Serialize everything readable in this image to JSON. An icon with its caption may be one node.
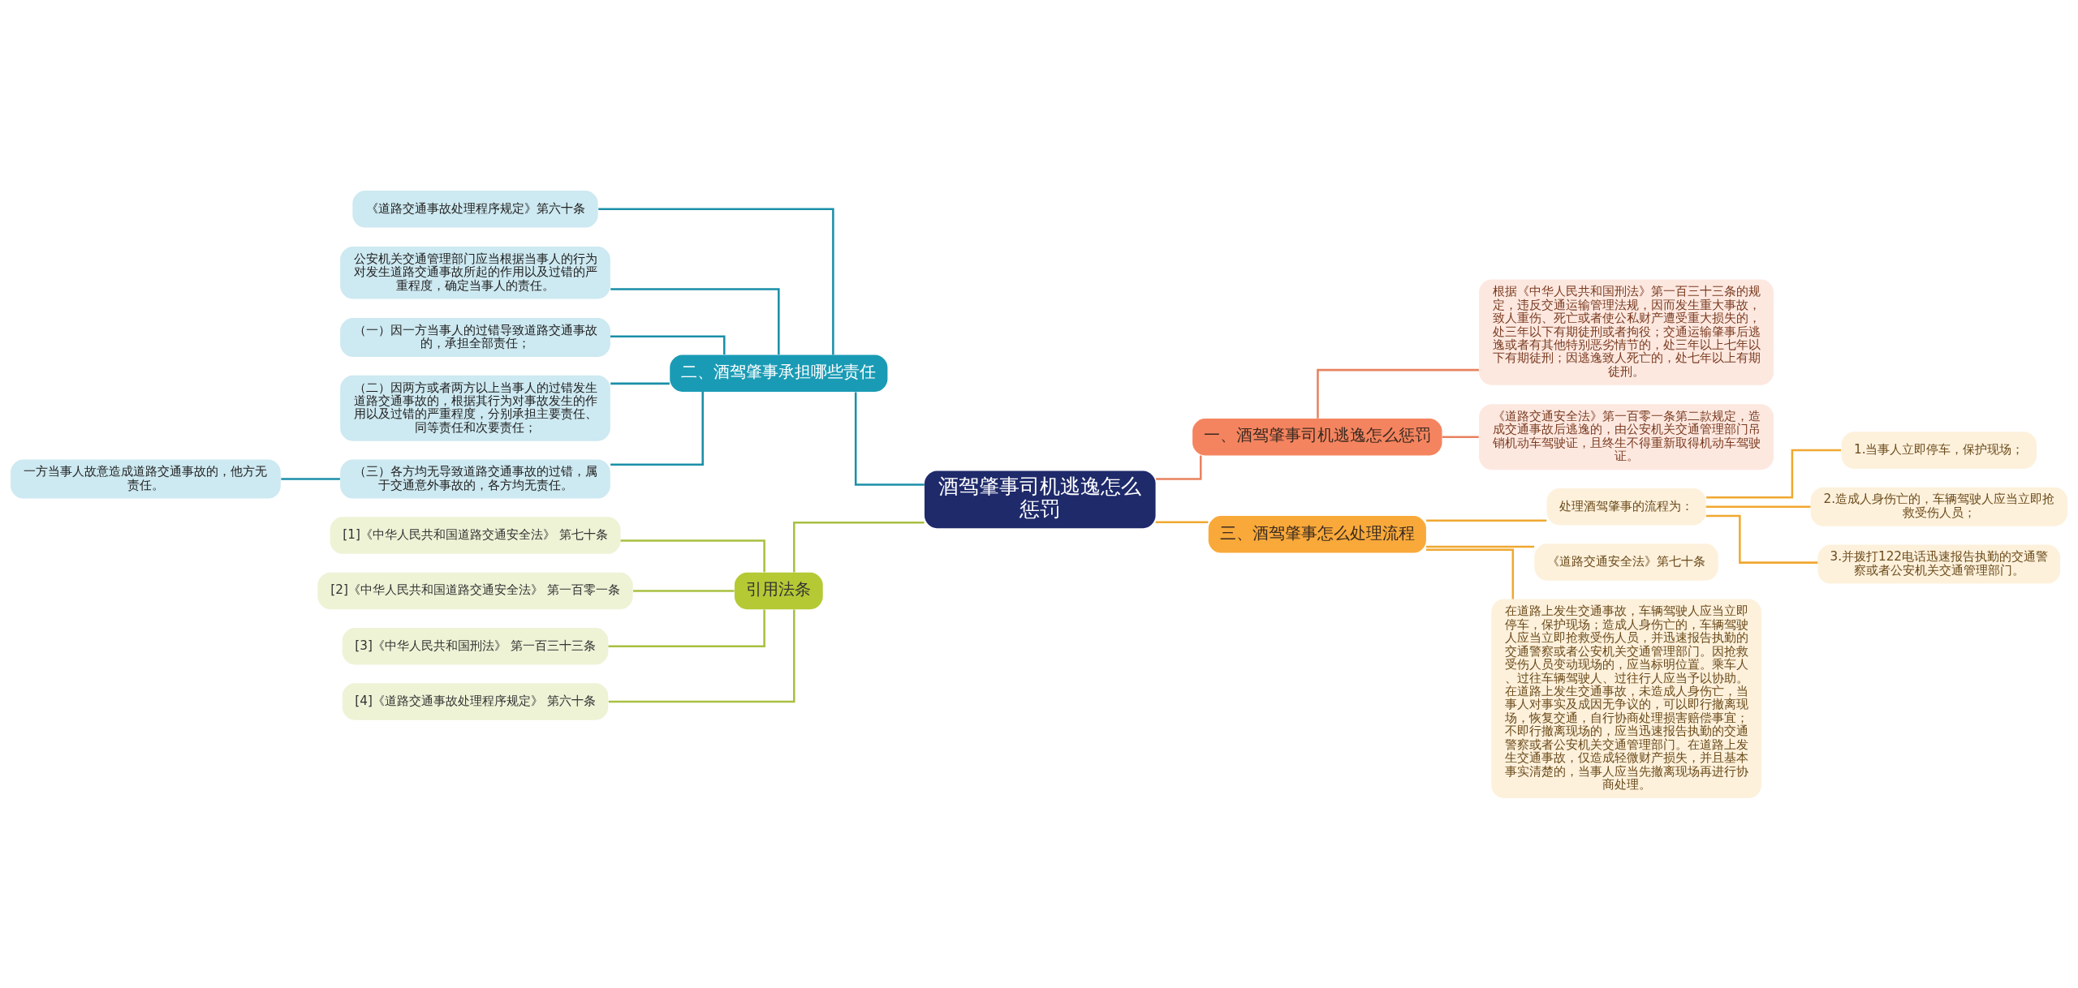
{
  "diagram": {
    "nodes": [
      {
        "text": [
          "酒驾肇事司机逃逸怎么惩罚"
        ]
      },
      {
        "text": [
          "一、酒驾肇事司机逃逸怎么惩罚"
        ]
      },
      {
        "text": [
          "根据《中华人民共和国刑法》第一百三十三条的规定，违反交通运输管理法规，因而发生重大事故，致人重伤、死亡或者使公私财产遭受重大损失的，处三年以下有期徒刑或者拘役；交通运输肇事后逃逸或者有其他特别恶劣情节的，处三年以上七年以下有期徒刑；因逃逸致人死亡的，处七年以上有期徒刑。"
        ]
      },
      {
        "text": [
          "《道路交通安全法》第一百零一条第二款规定，造成交通事故后逃逸的，由公安机关交通管理部门吊销机动车驾驶证，且终生不得重新取得机动车驾驶证。"
        ]
      },
      {
        "text": [
          "三、酒驾肇事怎么处理流程"
        ]
      },
      {
        "text": [
          "处理酒驾肇事的流程为："
        ]
      },
      {
        "text": [
          "1.当事人立即停车，保护现场；"
        ]
      },
      {
        "text": [
          "2.造成人身伤亡的，车辆驾驶人应当立即抢救受伤人员；"
        ]
      },
      {
        "text": [
          "3.并拨打122电话迅速报告执勤的交通警察或者公安机关交通管理部门。"
        ]
      },
      {
        "text": [
          "《道路交通安全法》第七十条"
        ]
      },
      {
        "text": [
          "在道路上发生交通事故，车辆驾驶人应当立即停车，保护现场；造成人身伤亡的，车辆驾驶人应当立即抢救受伤人员，并迅速报告执勤的交通警察或者公安机关交通管理部门。因抢救受伤人员变动现场的，应当标明位置。乘车人、过往车辆驾驶人、过往行人应当予以协助。在道路上发生交通事故，未造成人身伤亡，当事人对事实及成因无争议的，可以即行撤离现场，恢复交通，自行协商处理损害赔偿事宜；不即行撤离现场的，应当迅速报告执勤的交通警察或者公安机关交通管理部门。在道路上发生交通事故，仅造成轻微财产损失，并且基本事实清楚的，当事人应当先撤离现场再进行协商处理。"
        ]
      },
      {
        "text": [
          "二、酒驾肇事承担哪些责任"
        ]
      },
      {
        "text": [
          "《道路交通事故处理程序规定》第六十条"
        ]
      },
      {
        "text": [
          "公安机关交通管理部门应当根据当事人的行为对发生道路交通事故所起的作用以及过错的严重程度，确定当事人的责任。"
        ]
      },
      {
        "text": [
          "（一）因一方当事人的过错导致道路交通事故的，承担全部责任；"
        ]
      },
      {
        "text": [
          "（二）因两方或者两方以上当事人的过错发生道路交通事故的，根据其行为对事故发生的作用以及过错的严重程度，分别承担主要责任、同等责任和次要责任；"
        ]
      },
      {
        "text": [
          "（三）各方均无导致道路交通事故的过错，属于交通意外事故的，各方均无责任。"
        ]
      },
      {
        "text": [
          "一方当事人故意造成道路交通事故的，他方无责任。"
        ]
      },
      {
        "text": [
          "引用法条"
        ]
      },
      {
        "text": [
          "[1]《中华人民共和国道路交通安全法》 第七十条"
        ]
      },
      {
        "text": [
          "[2]《中华人民共和国道路交通安全法》 第一百零一条"
        ]
      },
      {
        "text": [
          "[3]《中华人民共和国刑法》 第一百三十三条"
        ]
      },
      {
        "text": [
          "[4]《道路交通事故处理程序规定》 第六十条"
        ]
      }
    ],
    "edges": [
      {
        "from": 0,
        "to": 1,
        "arrow": "none",
        "color": "#e8825f"
      },
      {
        "from": 1,
        "to": 2,
        "arrow": "none",
        "color": "#e8825f"
      },
      {
        "from": 1,
        "to": 3,
        "arrow": "none",
        "color": "#e8825f"
      },
      {
        "from": 0,
        "to": 4,
        "arrow": "none",
        "color": "#f0a830"
      },
      {
        "from": 4,
        "to": 5,
        "arrow": "none",
        "color": "#f0a830"
      },
      {
        "from": 5,
        "to": 6,
        "arrow": "none",
        "color": "#f0a830"
      },
      {
        "from": 5,
        "to": 7,
        "arrow": "none",
        "color": "#f0a830"
      },
      {
        "from": 5,
        "to": 8,
        "arrow": "none",
        "color": "#f0a830"
      },
      {
        "from": 4,
        "to": 9,
        "arrow": "none",
        "color": "#f0a830"
      },
      {
        "from": 4,
        "to": 10,
        "arrow": "none",
        "color": "#f0a830"
      },
      {
        "from": 0,
        "to": 11,
        "arrow": "none",
        "color": "#1a8fa8"
      },
      {
        "from": 11,
        "to": 12,
        "arrow": "none",
        "color": "#1a8fa8"
      },
      {
        "from": 11,
        "to": 13,
        "arrow": "none",
        "color": "#1a8fa8"
      },
      {
        "from": 11,
        "to": 14,
        "arrow": "none",
        "color": "#1a8fa8"
      },
      {
        "from": 11,
        "to": 15,
        "arrow": "none",
        "color": "#1a8fa8"
      },
      {
        "from": 11,
        "to": 16,
        "arrow": "none",
        "color": "#1a8fa8"
      },
      {
        "from": 16,
        "to": 17,
        "arrow": "none",
        "color": "#1a8fa8"
      },
      {
        "from": 0,
        "to": 18,
        "arrow": "none",
        "color": "#a8c040"
      },
      {
        "from": 18,
        "to": 19,
        "arrow": "none",
        "color": "#a8c040"
      },
      {
        "from": 18,
        "to": 20,
        "arrow": "none",
        "color": "#a8c040"
      },
      {
        "from": 18,
        "to": 21,
        "arrow": "none",
        "color": "#a8c040"
      },
      {
        "from": 18,
        "to": 22,
        "arrow": "none",
        "color": "#a8c040"
      }
    ]
  }
}
